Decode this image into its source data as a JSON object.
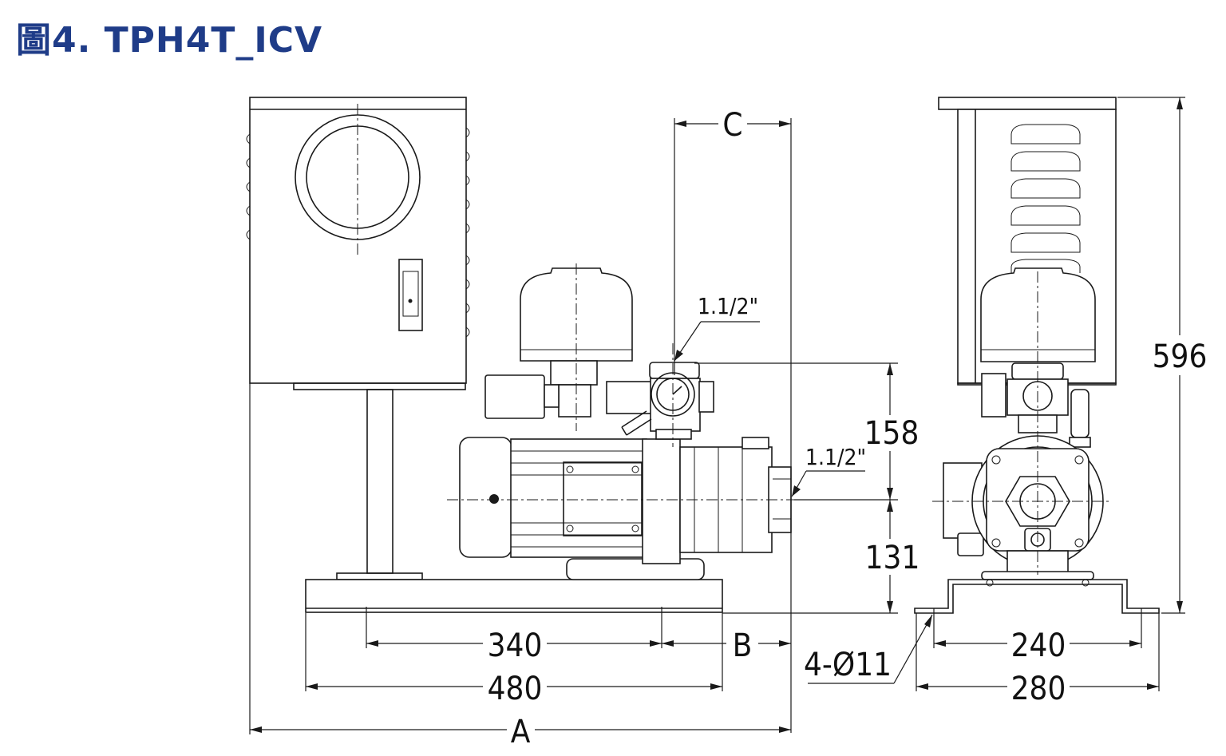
{
  "title": "圖4. TPH4T_ICV",
  "labels": {
    "port_top": "1.1/2\"",
    "port_side": "1.1/2\"",
    "dim_c": "C",
    "dim_158": "158",
    "dim_131": "131",
    "dim_596": "596",
    "dim_340": "340",
    "dim_b": "B",
    "dim_480": "480",
    "dim_a": "A",
    "dim_holes": "4-Ø11",
    "dim_240": "240",
    "dim_280": "280"
  }
}
